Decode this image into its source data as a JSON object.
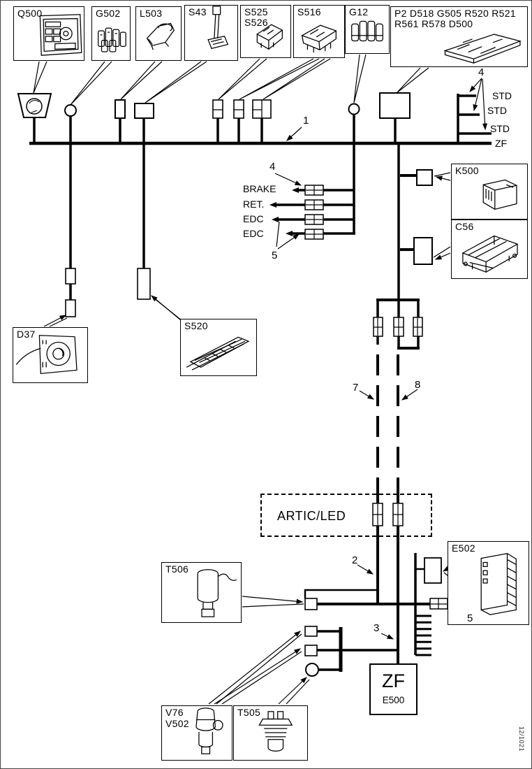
{
  "frames": {
    "q500": {
      "label": "Q500"
    },
    "g502": {
      "label": "G502"
    },
    "l503": {
      "label": "L503"
    },
    "s43": {
      "label": "S43"
    },
    "s525_s526": {
      "label_line1": "S525",
      "label_line2": "S526"
    },
    "s516": {
      "label": "S516"
    },
    "g12": {
      "label": "G12"
    },
    "p2_group": {
      "label_line1": "P2 D518 G505 R520 R521",
      "label_line2": "R561 R578 D500"
    },
    "k500": {
      "label": "K500"
    },
    "c56": {
      "label": "C56"
    },
    "d37": {
      "label": "D37"
    },
    "s520": {
      "label": "S520"
    },
    "t506": {
      "label": "T506"
    },
    "e502": {
      "label": "E502"
    },
    "v76_v502": {
      "label_line1": "V76",
      "label_line2": "V502"
    },
    "t505": {
      "label": "T505"
    }
  },
  "bus_labels": {
    "zf": "ZF",
    "std_1": "STD",
    "std_2": "STD",
    "std_3": "STD"
  },
  "wire_labels": {
    "brake": "BRAKE",
    "ret": "RET.",
    "edc_1": "EDC",
    "edc_2": "EDC"
  },
  "callouts": {
    "c1": "1",
    "c2": "2",
    "c3": "3",
    "c4_top": "4",
    "c4_mid": "4",
    "c5_mid": "5",
    "c5_bottom": "5",
    "c7": "7",
    "c8": "8"
  },
  "artic_box": {
    "label": "ARTIC/LED"
  },
  "zf_unit": {
    "name": "ZF",
    "code": "E500"
  },
  "footer": {
    "drawing_number": "12/1021"
  }
}
